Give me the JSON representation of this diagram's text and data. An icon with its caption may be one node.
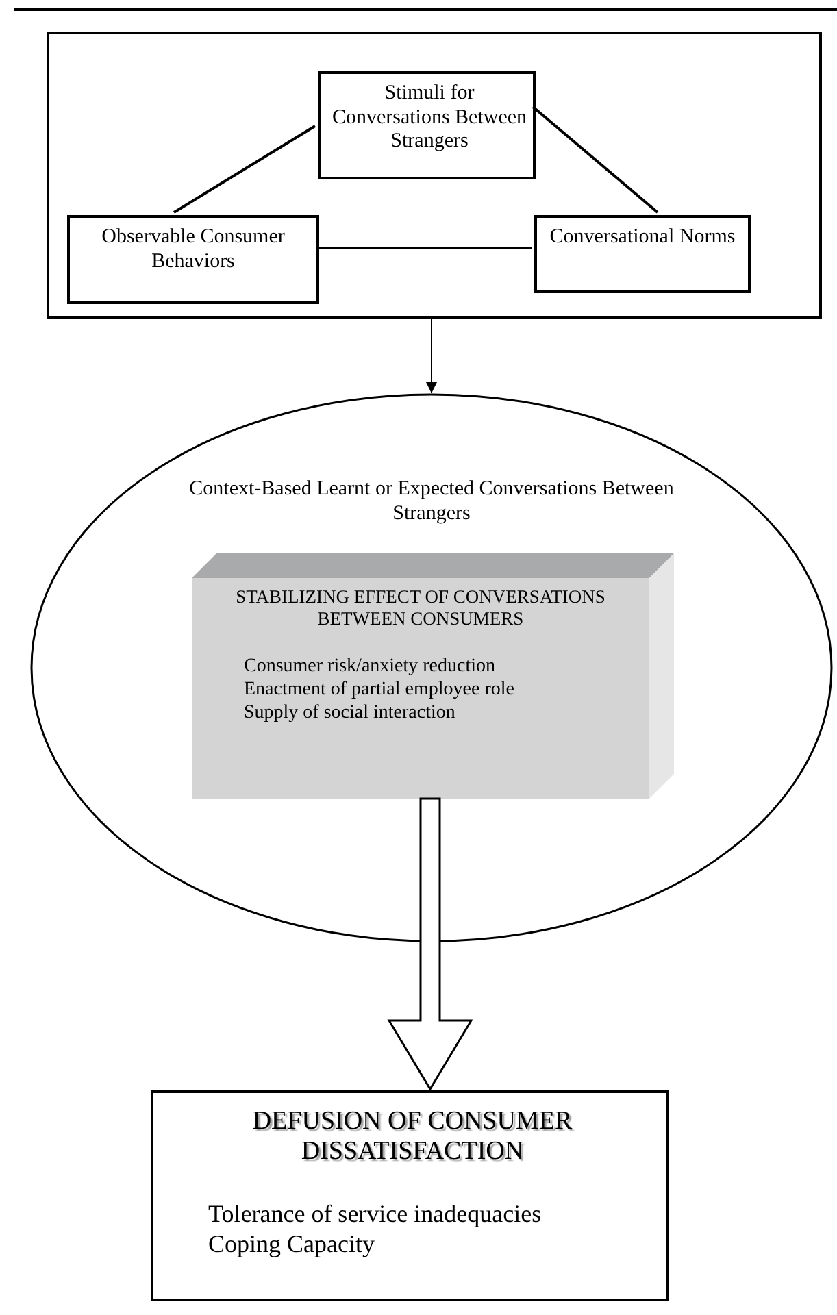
{
  "diagram": {
    "nodes": [
      {
        "text": [],
        "shape": "box"
      },
      {
        "text": [
          "Stimuli for Conversations Between Strangers"
        ],
        "in": 0
      },
      {
        "text": [
          "Observable Consumer Behaviors"
        ],
        "in": 0
      },
      {
        "text": [
          "Conversational Norms"
        ],
        "in": 0
      },
      {
        "text": [
          "Context-Based Learnt or Expected Conversations Between Strangers"
        ]
      },
      {
        "text": [
          "STABILIZING EFFECT OF CONVERSATIONS BETWEEN CONSUMERS",
          "Consumer risk/anxiety reduction",
          "Enactment of partial employee role",
          "Supply of social interaction"
        ],
        "in": 4
      },
      {
        "text": [
          "DEFUSION OF CONSUMER DISSATISFACTION",
          "Tolerance of service inadequacies",
          "Coping Capacity"
        ]
      }
    ],
    "edges": [
      {
        "from": 1,
        "to": 2,
        "arrow": "none"
      },
      {
        "from": 1,
        "to": 3,
        "arrow": "none"
      },
      {
        "from": 2,
        "to": 3,
        "arrow": "none"
      },
      {
        "from": 0,
        "to": 4,
        "arrow": "to"
      },
      {
        "from": 5,
        "to": 6,
        "arrow": "to",
        "style": "thick"
      }
    ]
  }
}
